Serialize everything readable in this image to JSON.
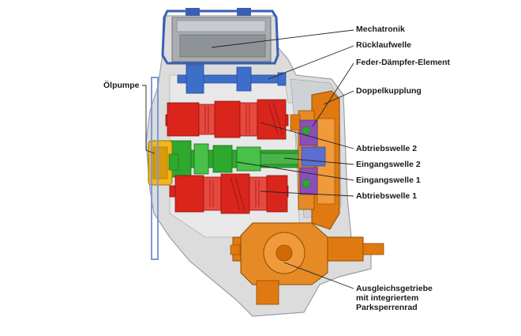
{
  "diagram": {
    "title": "",
    "labels": {
      "mechatronik": "Mechatronik",
      "ruecklaufwelle": "Rücklaufwelle",
      "feder_daempfer": "Feder-Dämpfer-Element",
      "doppelkupplung": "Doppelkupplung",
      "abtriebswelle_2": "Abtriebswelle 2",
      "eingangswelle_2": "Eingangswelle 2",
      "eingangswelle_1": "Eingangswelle 1",
      "abtriebswelle_1": "Abtriebswelle 1",
      "ausgleich_line1": "Ausgleichsgetriebe",
      "ausgleich_line2": "mit integriertem",
      "ausgleich_line3": "Parksperrenrad",
      "oelpumpe": "Ölpumpe"
    },
    "colors": {
      "housing": "#d9d9d9",
      "housing_dark": "#b8bcc0",
      "mechatronik": "#3a5fb0",
      "ruecklaufwelle": "#3d6fc9",
      "abtriebswelle_2": "#d9251c",
      "abtriebswelle_1": "#d9251c",
      "eingangswelle": "#2ea82e",
      "doppelkupplung": "#e07a10",
      "oelpumpe": "#f2b51b",
      "clutch_disc": "#8a4fb8",
      "leader": "#222222"
    }
  }
}
